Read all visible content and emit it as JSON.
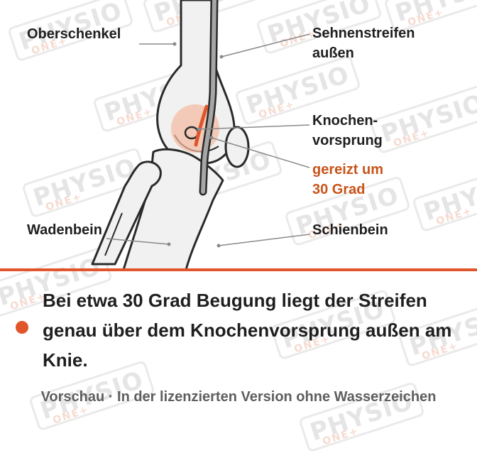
{
  "labels": {
    "thigh": "Oberschenkel",
    "band": "Sehnenstreifen\naußen",
    "bump": "Knochen-\nvorsprung",
    "irritated": "gereizt um\n30 Grad",
    "fibula": "Wadenbein",
    "tibia": "Schienbein"
  },
  "caption": "Bei etwa 30 Grad Beugung liegt der Streifen genau über dem Knochenvorsprung außen am Knie.",
  "footer": "Vorschau · In der lizenzierten Version ohne Wasserzeichen",
  "watermark": {
    "main": "PHYSIO",
    "sub": "ONE+"
  },
  "colors": {
    "accent": "#e0562a",
    "accent_text": "#c9541a",
    "bone_fill": "#f1f1f1",
    "outline": "#2a2a2a",
    "glow": "#f4b9a0",
    "band": "#a6a6a6"
  }
}
